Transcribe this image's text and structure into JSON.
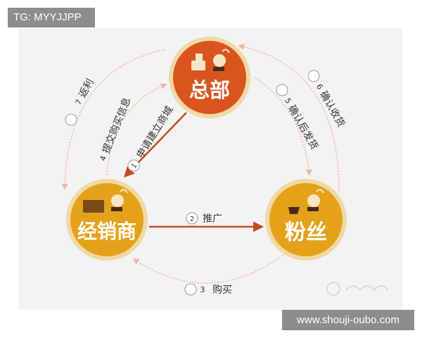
{
  "tag_text": "TG: MYYJJPP",
  "url_text": "www.shouji-oubo.com",
  "colors": {
    "hq_fill": "#d9541e",
    "dealer_fill": "#e4a21a",
    "fans_fill": "#e4a21a",
    "ring": "#f0d9a6",
    "arrow_red": "#c74a21",
    "arrow_light": "#e8b9a6",
    "text_dark": "#333333"
  },
  "nodes": {
    "hq": "总部",
    "dealer": "经销商",
    "fans": "粉丝"
  },
  "edges": {
    "apply": {
      "num": "1",
      "text": "申请建立商城"
    },
    "promote": {
      "num": "2",
      "text": "推广"
    },
    "buy": {
      "num": "3",
      "text": "购买"
    },
    "submit": {
      "num": "4",
      "text": "提交购买信息"
    },
    "ship": {
      "num": "5",
      "text": "确认后发货"
    },
    "receive": {
      "num": "6",
      "text": "确认收货"
    },
    "rebate": {
      "num": "7",
      "text": "返利"
    }
  }
}
